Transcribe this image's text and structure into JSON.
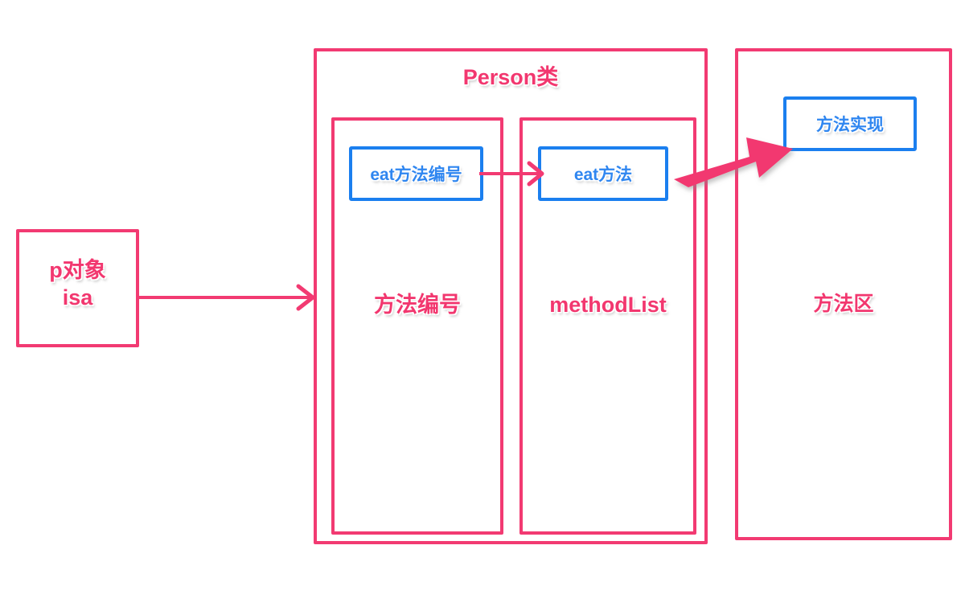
{
  "diagram": {
    "title": "Objective-C message dispatch diagram",
    "colors": {
      "pink": "#f23a72",
      "pink_text": "#f2376f",
      "blue": "#1b7fef",
      "blue_text": "#2f86f0",
      "background": "#ffffff"
    },
    "nodes": {
      "p_object": {
        "line1": "p对象",
        "line2": "isa"
      },
      "person_class": {
        "title": "Person类",
        "columns": {
          "method_number": "方法编号",
          "method_list": "methodList"
        },
        "entries": {
          "eat_number": "eat方法编号",
          "eat_method": "eat方法"
        }
      },
      "method_area": {
        "title": "方法区",
        "entry": "方法实现"
      }
    },
    "connectors": {
      "isa_arrow": "isa-pointer-arrow",
      "eat_link_arrow": "method-number-to-method-arrow",
      "impl_arrow": "method-to-implementation-arrow"
    }
  }
}
